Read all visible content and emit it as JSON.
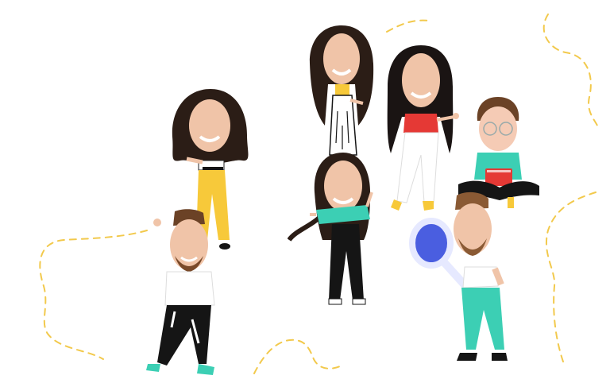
{
  "scene": {
    "background": "#ffffff",
    "accent": "#f2c94c",
    "palette": {
      "skin": "#f0c4a8",
      "hair_dark": "#2b1d16",
      "hair_brown": "#6b4226",
      "yellow": "#f7c93a",
      "red": "#e53935",
      "teal": "#3ccfb4",
      "black": "#151515",
      "white": "#ffffff",
      "blue": "#4a5ee0"
    },
    "figures": [
      {
        "name": "curly-hair-woman-yellow-pants",
        "icon": "person-icon"
      },
      {
        "name": "woman-white-dress",
        "icon": "person-icon"
      },
      {
        "name": "woman-red-top",
        "icon": "person-icon"
      },
      {
        "name": "woman-teal-top",
        "icon": "person-icon"
      },
      {
        "name": "person-with-laptop",
        "icon": "laptop-icon"
      },
      {
        "name": "bearded-man-dancing",
        "icon": "person-icon"
      },
      {
        "name": "man-with-magnifier",
        "icon": "magnifier-icon"
      }
    ]
  }
}
